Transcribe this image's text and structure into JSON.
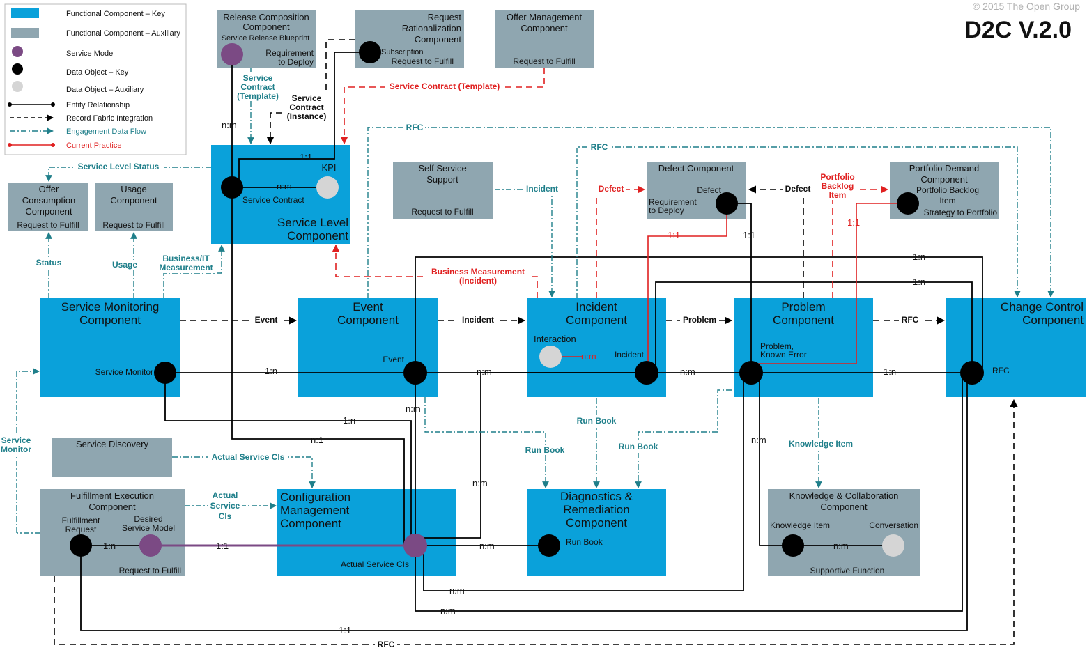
{
  "header": {
    "copyright": "© 2015 The Open Group",
    "title": "D2C V.2.0"
  },
  "legend": [
    "Functional Component – Key",
    "Functional Component – Auxiliary",
    "Service Model",
    "Data Object – Key",
    "Data Object – Auxiliary",
    "Entity Relationship",
    "Record Fabric Integration",
    "Engagement Data Flow",
    "Current Practice"
  ],
  "components": {
    "release": {
      "l1": "Release Composition",
      "l2": "Component",
      "sub": "Service Release Blueprint",
      "r1": "Requirement",
      "r2": "to Deploy"
    },
    "request_rat": {
      "l1": "Request",
      "l2": "Rationalization",
      "l3": "Component",
      "sub": "Subscription",
      "footer": "Request to Fulfill"
    },
    "offer_mgmt": {
      "l1": "Offer Management",
      "l2": "Component",
      "footer": "Request to Fulfill"
    },
    "service_level": {
      "l1": "Service Level",
      "l2": "Component",
      "kpi": "KPI",
      "sc": "Service Contract"
    },
    "offer_consumption": {
      "l1": "Offer",
      "l2": "Consumption",
      "l3": "Component",
      "footer": "Request to Fulfill"
    },
    "usage": {
      "l1": "Usage",
      "l2": "Component",
      "footer": "Request to Fulfill"
    },
    "self_service": {
      "l1": "Self Service",
      "l2": "Support",
      "footer": "Request to Fulfill"
    },
    "defect": {
      "l1": "Defect Component",
      "obj": "Defect",
      "r1": "Requirement",
      "r2": "to Deploy"
    },
    "portfolio": {
      "l1": "Portfolio Demand",
      "l2": "Component",
      "o1": "Portfolio Backlog",
      "o2": "Item",
      "footer": "Strategy to Portfolio"
    },
    "service_monitoring": {
      "l1": "Service Monitoring",
      "l2": "Component",
      "obj": "Service Monitor"
    },
    "event": {
      "l1": "Event",
      "l2": "Component",
      "obj": "Event"
    },
    "incident": {
      "l1": "Incident",
      "l2": "Component",
      "inter": "Interaction",
      "obj": "Incident"
    },
    "problem": {
      "l1": "Problem",
      "l2": "Component",
      "o1": "Problem,",
      "o2": "Known Error"
    },
    "change": {
      "l1": "Change Control",
      "l2": "Component",
      "obj": "RFC"
    },
    "service_discovery": {
      "l1": "Service Discovery"
    },
    "fulfillment": {
      "l1": "Fulfillment Execution",
      "l2": "Component",
      "fr1": "Fulfillment",
      "fr2": "Request",
      "dm1": "Desired",
      "dm2": "Service Model",
      "footer": "Request to Fulfill"
    },
    "config": {
      "l1": "Configuration",
      "l2": "Management",
      "l3": "Component",
      "obj": "Actual Service CIs"
    },
    "diagnostics": {
      "l1": "Diagnostics &",
      "l2": "Remediation",
      "l3": "Component",
      "obj": "Run Book"
    },
    "knowledge": {
      "l1": "Knowledge & Collaboration",
      "l2": "Component",
      "ki": "Knowledge Item",
      "conv": "Conversation",
      "footer": "Supportive Function"
    }
  },
  "flows": {
    "sc_template_1": "Service",
    "sc_template_2": "Contract",
    "sc_template_3": "(Template)",
    "sc_instance_1": "Service",
    "sc_instance_2": "Contract",
    "sc_instance_3": "(Instance)",
    "sc_template_red": "Service Contract (Template)",
    "service_level_status": "Service Level Status",
    "rfc": "RFC",
    "status": "Status",
    "usage": "Usage",
    "bizit_1": "Business/IT",
    "bizit_2": "Measurement",
    "biz_meas_1": "Business Measurement",
    "biz_meas_2": "(Incident)",
    "event": "Event",
    "incident": "Incident",
    "problem": "Problem",
    "defect": "Defect",
    "backlog_1": "Portfolio",
    "backlog_2": "Backlog",
    "backlog_3": "Item",
    "run_book": "Run Book",
    "knowledge_item": "Knowledge Item",
    "service_monitor_1": "Service",
    "service_monitor_2": "Monitor",
    "actual_cis": "Actual Service CIs",
    "actual_1": "Actual",
    "actual_2": "Service",
    "actual_3": "CIs"
  },
  "cardinality": {
    "nm": "n:m",
    "one_one": "1:1",
    "one_n": "1:n",
    "n_one": "n:1"
  },
  "colors": {
    "key": "#0aa1da",
    "aux": "#8fa6b0",
    "service_model": "#7b4a84",
    "data_key": "#000000",
    "data_aux": "#d5d5d5",
    "teal": "#1f7f8a",
    "red": "#e02020"
  }
}
